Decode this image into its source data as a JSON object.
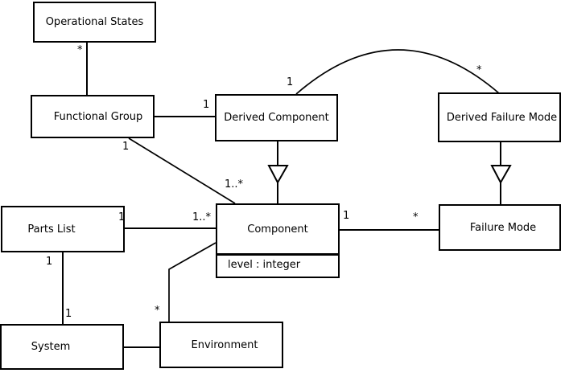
{
  "diagram": {
    "kind": "UML class diagram",
    "background_color": "#ffffff",
    "line_color": "#000000",
    "classes": [
      {
        "name": "Operational States"
      },
      {
        "name": "Functional Group"
      },
      {
        "name": "Derived Component"
      },
      {
        "name": "Derived Failure Mode"
      },
      {
        "name": "Parts List"
      },
      {
        "name": "Component",
        "attributes": [
          "level : integer"
        ]
      },
      {
        "name": "Failure Mode"
      },
      {
        "name": "System"
      },
      {
        "name": "Environment"
      }
    ],
    "multiplicities": [
      {
        "text": "*",
        "edge": "functional-group to operational-states",
        "end": "operational-states"
      },
      {
        "text": "1",
        "edge": "functional-group to derived-component",
        "end": "derived-component"
      },
      {
        "text": "1",
        "edge": "derived-component to derived-failure-mode arc",
        "end": "derived-component"
      },
      {
        "text": "*",
        "edge": "derived-component to derived-failure-mode arc",
        "end": "derived-failure-mode"
      },
      {
        "text": "1",
        "edge": "functional-group to component",
        "end": "functional-group"
      },
      {
        "text": "1..*",
        "edge": "functional-group to component",
        "end": "component"
      },
      {
        "text": "1",
        "edge": "parts-list to component",
        "end": "parts-list"
      },
      {
        "text": "1..*",
        "edge": "parts-list to component",
        "end": "component"
      },
      {
        "text": "1",
        "edge": "component to failure-mode",
        "end": "component"
      },
      {
        "text": "*",
        "edge": "component to failure-mode",
        "end": "failure-mode"
      },
      {
        "text": "1",
        "edge": "parts-list to system",
        "end": "parts-list"
      },
      {
        "text": "1",
        "edge": "parts-list to system",
        "end": "system"
      },
      {
        "text": "*",
        "edge": "environment to component",
        "end": "environment"
      }
    ],
    "generalizations": [
      {
        "from": "Derived Component",
        "to": "Component"
      },
      {
        "from": "Derived Failure Mode",
        "to": "Failure Mode"
      }
    ],
    "plain_associations": [
      {
        "from": "System",
        "to": "Environment"
      }
    ]
  }
}
